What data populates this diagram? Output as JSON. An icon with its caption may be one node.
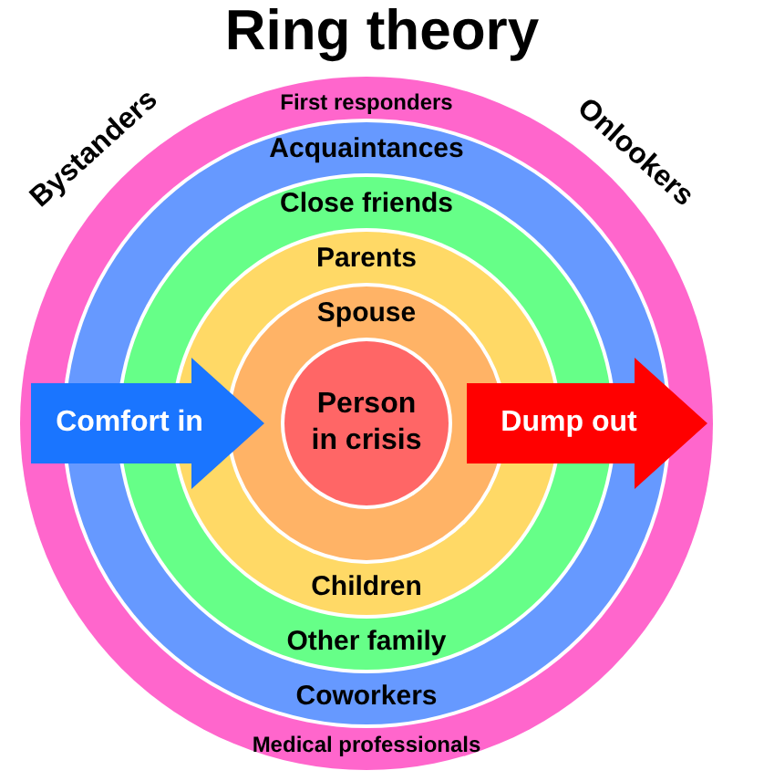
{
  "diagram": {
    "title": "Ring theory",
    "nodes": [
      {
        "text": [
          "First responders",
          "Medical professionals"
        ]
      },
      {
        "text": [
          "Acquaintances",
          "Coworkers"
        ],
        "in": 0
      },
      {
        "text": [
          "Close friends",
          "Other family"
        ],
        "in": 1
      },
      {
        "text": [
          "Parents",
          "Children"
        ],
        "in": 2
      },
      {
        "text": [
          "Spouse"
        ],
        "in": 3
      },
      {
        "text": [
          "Person in crisis"
        ],
        "in": 4
      },
      {
        "text": [
          "Comfort in"
        ],
        "in": 0
      },
      {
        "text": [
          "Dump out"
        ],
        "in": 0
      }
    ],
    "labels": [
      "Bystanders",
      "Onlookers"
    ]
  }
}
